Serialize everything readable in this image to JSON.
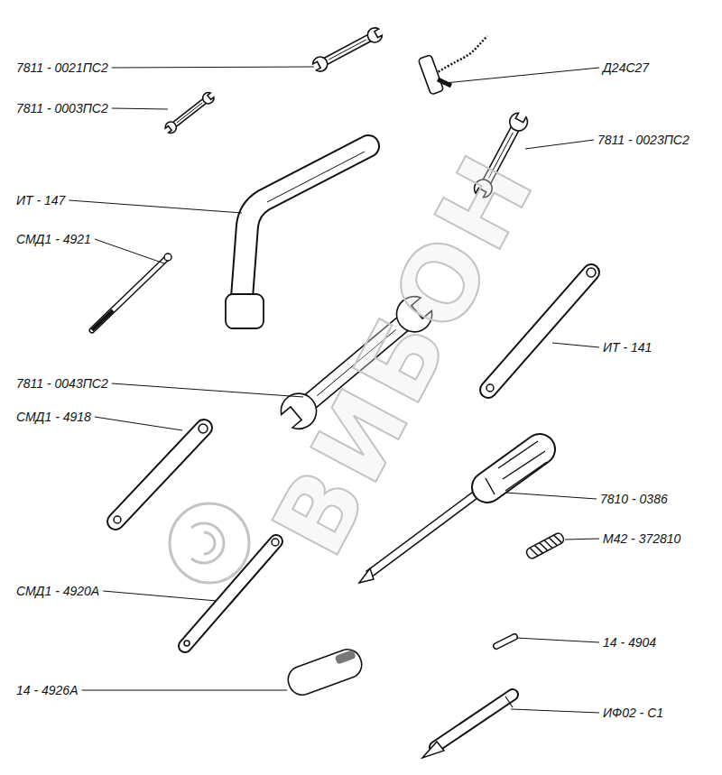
{
  "diagram": {
    "labels": [
      "7811 - 0021ПС2",
      "7811 - 0003ПС2",
      "Д24С27",
      "7811 - 0023ПС2",
      "ИТ - 147",
      "СМД1 - 4921",
      "ИТ - 141",
      "7811 - 0043ПС2",
      "СМД1 - 4918",
      "7810 - 0386",
      "М42 - 372810",
      "СМД1 - 4920А",
      "14 - 4904",
      "14 - 4926А",
      "ИФ02 - С1",
      "ВИБОН"
    ]
  }
}
